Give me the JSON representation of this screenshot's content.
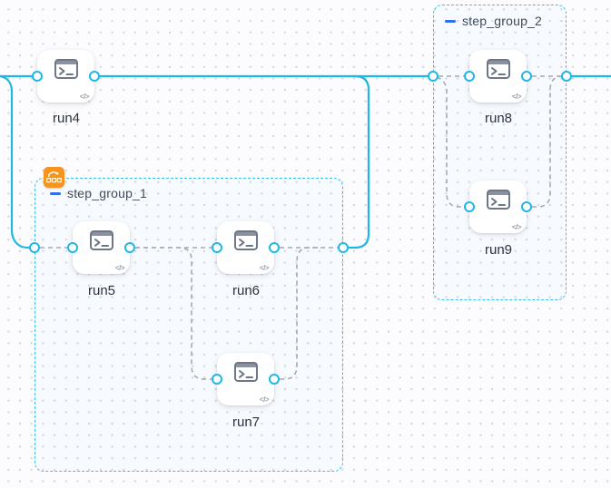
{
  "canvas": {
    "type": "workflow-topology-canvas"
  },
  "nodes": {
    "run4": {
      "label": "run4",
      "badge": "</>",
      "type_icon": "terminal-icon"
    },
    "run5": {
      "label": "run5",
      "badge": "</>",
      "type_icon": "terminal-icon"
    },
    "run6": {
      "label": "run6",
      "badge": "</>",
      "type_icon": "terminal-icon"
    },
    "run7": {
      "label": "run7",
      "badge": "</>",
      "type_icon": "terminal-icon"
    },
    "run8": {
      "label": "run8",
      "badge": "</>",
      "type_icon": "terminal-icon"
    },
    "run9": {
      "label": "run9",
      "badge": "</>",
      "type_icon": "terminal-icon"
    }
  },
  "groups": {
    "group1": {
      "label": "step_group_1",
      "collapse_icon": "minus-icon",
      "badge_icon": "loop-tasks-icon"
    },
    "group2": {
      "label": "step_group_2",
      "collapse_icon": "minus-icon"
    }
  },
  "colors": {
    "edge_solid": "#1db7e8",
    "edge_dashed": "#a6aab1",
    "group_border": "#38c1ec",
    "port_border": "#1db7e8",
    "group_badge_background": "#f6941d",
    "collapse_button": "#2f6fed",
    "node_icon": "#6e7787",
    "node_label_text": "#2a3340"
  }
}
